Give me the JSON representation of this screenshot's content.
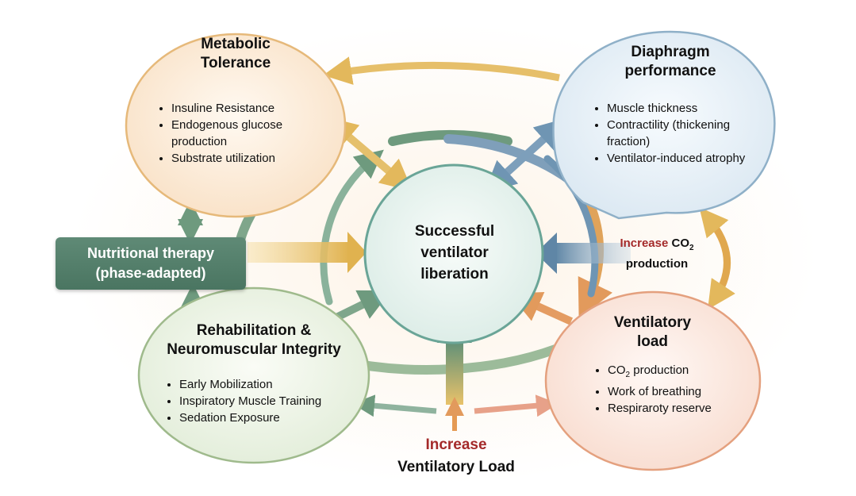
{
  "center": {
    "line1": "Successful",
    "line2": "ventilator",
    "line3": "liberation"
  },
  "nutrition": {
    "line1": "Nutritional therapy",
    "line2": "(phase-adapted)"
  },
  "metabolic": {
    "title1": "Metabolic",
    "title2": "Tolerance",
    "items": [
      "Insuline Resistance",
      "Endogenous glucose production",
      "Substrate utilization"
    ]
  },
  "diaphragm": {
    "title1": "Diaphragm",
    "title2": "performance",
    "items": [
      "Muscle thickness",
      "Contractility (thickening fraction)",
      "Ventilator-induced atrophy"
    ]
  },
  "rehab": {
    "title1": "Rehabilitation &",
    "title2": "Neuromuscular Integrity",
    "items": [
      "Early Mobilization",
      "Inspiratory Muscle Training",
      "Sedation Exposure"
    ]
  },
  "ventload": {
    "title1": "Ventilatory",
    "title2": "load",
    "item1_pre": "CO",
    "item1_sub": "2",
    "item1_post": " production",
    "item2": "Work of breathing",
    "item3": "Respiraroty reserve"
  },
  "co2_label": {
    "increase": "Increase",
    "co2": "CO",
    "sub": "2",
    "production": "production"
  },
  "bottom_label": {
    "increase": "Increase",
    "rest": "Ventilatory Load"
  },
  "colors": {
    "gold": "#e3b85c",
    "green": "#6e9a7e",
    "blue": "#6f95b3",
    "orange": "#e29a5c",
    "metabolic_fill": "#fbe6d0",
    "metabolic_stroke": "#e6b97a",
    "diaphragm_fill": "#e4eef6",
    "diaphragm_stroke": "#8fb0c8",
    "rehab_fill": "#e8f0e0",
    "rehab_stroke": "#9fba8c",
    "ventload_fill": "#fbe4da",
    "ventload_stroke": "#e4a07e",
    "center_fill": "#e9f2ee",
    "center_stroke": "#6aa597",
    "accent_red": "#a42a2a"
  }
}
